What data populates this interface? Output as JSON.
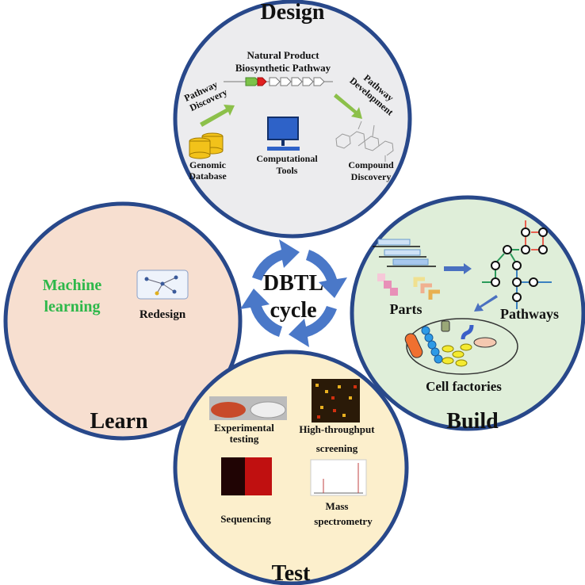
{
  "colors": {
    "border": "#28488a",
    "design_fill": "#ececee",
    "learn_fill": "#f7dfd0",
    "build_fill": "#dfeed9",
    "test_fill": "#fcefcc",
    "cycle_arrow": "#4a78c8",
    "ml_text": "#2db84a"
  },
  "center": {
    "line1": "DBTL",
    "line2": "cycle"
  },
  "design": {
    "title": "Design",
    "pathway_title_1": "Natural Product",
    "pathway_title_2": "Biosynthetic Pathway",
    "discovery_1": "Pathway",
    "discovery_2": "Discovery",
    "development_1": "Pathway",
    "development_2": "Development",
    "genomic_1": "Genomic",
    "genomic_2": "Database",
    "tools_1": "Computational",
    "tools_2": "Tools",
    "compound_1": "Compound",
    "compound_2": "Discovery"
  },
  "build": {
    "title": "Build",
    "parts": "Parts",
    "pathways": "Pathways",
    "cells": "Cell factories"
  },
  "test": {
    "title": "Test",
    "exp_1": "Experimental",
    "exp_2": "testing",
    "hts_1": "High-throughput",
    "hts_2": "screening",
    "seq": "Sequencing",
    "ms_1": "Mass",
    "ms_2": "spectrometry"
  },
  "learn": {
    "title": "Learn",
    "ml_1": "Machine",
    "ml_2": "learning",
    "redesign": "Redesign"
  }
}
